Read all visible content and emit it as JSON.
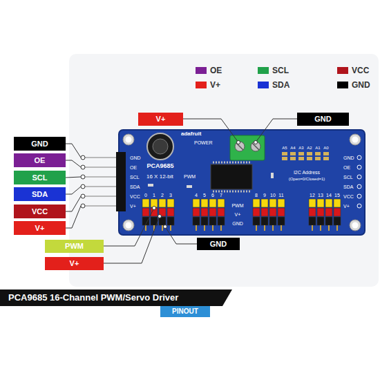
{
  "diagram": {
    "title": "PCA9685 16-Channel PWM/Servo Driver",
    "nodes": [
      {
        "text": [
          "V+"
        ]
      },
      {
        "text": [
          "GND"
        ]
      },
      {
        "text": [
          "GND"
        ]
      },
      {
        "text": [
          "OE"
        ]
      },
      {
        "text": [
          "SCL"
        ]
      },
      {
        "text": [
          "SDA"
        ]
      },
      {
        "text": [
          "VCC"
        ]
      },
      {
        "text": [
          "V+"
        ]
      },
      {
        "text": [
          "PWM"
        ]
      },
      {
        "text": [
          "GND"
        ]
      },
      {
        "text": [
          "V+"
        ]
      }
    ],
    "labels": [
      "adafruit",
      "POWER",
      "PCA9685",
      "16 X 12-bit",
      "PWM",
      "A5",
      "A4",
      "A3",
      "A2",
      "A1",
      "A0",
      "I2C Address",
      "(Open=0/Closed=1)",
      "GND",
      "OE",
      "SCL",
      "SDA",
      "VCC",
      "V+",
      "GND",
      "OE",
      "SCL",
      "SDA",
      "VCC",
      "V+",
      "PWM",
      "V+",
      "GND",
      "0",
      "1",
      "2",
      "3",
      "4",
      "5",
      "6",
      "7",
      "8",
      "9",
      "10",
      "11",
      "12",
      "13",
      "14",
      "15",
      "PINOUT"
    ],
    "legend": [
      {
        "text": "OE",
        "color": "#7b1f94"
      },
      {
        "text": "SCL",
        "color": "#21a14a"
      },
      {
        "text": "VCC",
        "color": "#b0141c"
      },
      {
        "text": "V+",
        "color": "#e3201b"
      },
      {
        "text": "SDA",
        "color": "#1a33d4"
      },
      {
        "text": "GND",
        "color": "#000000"
      }
    ]
  }
}
